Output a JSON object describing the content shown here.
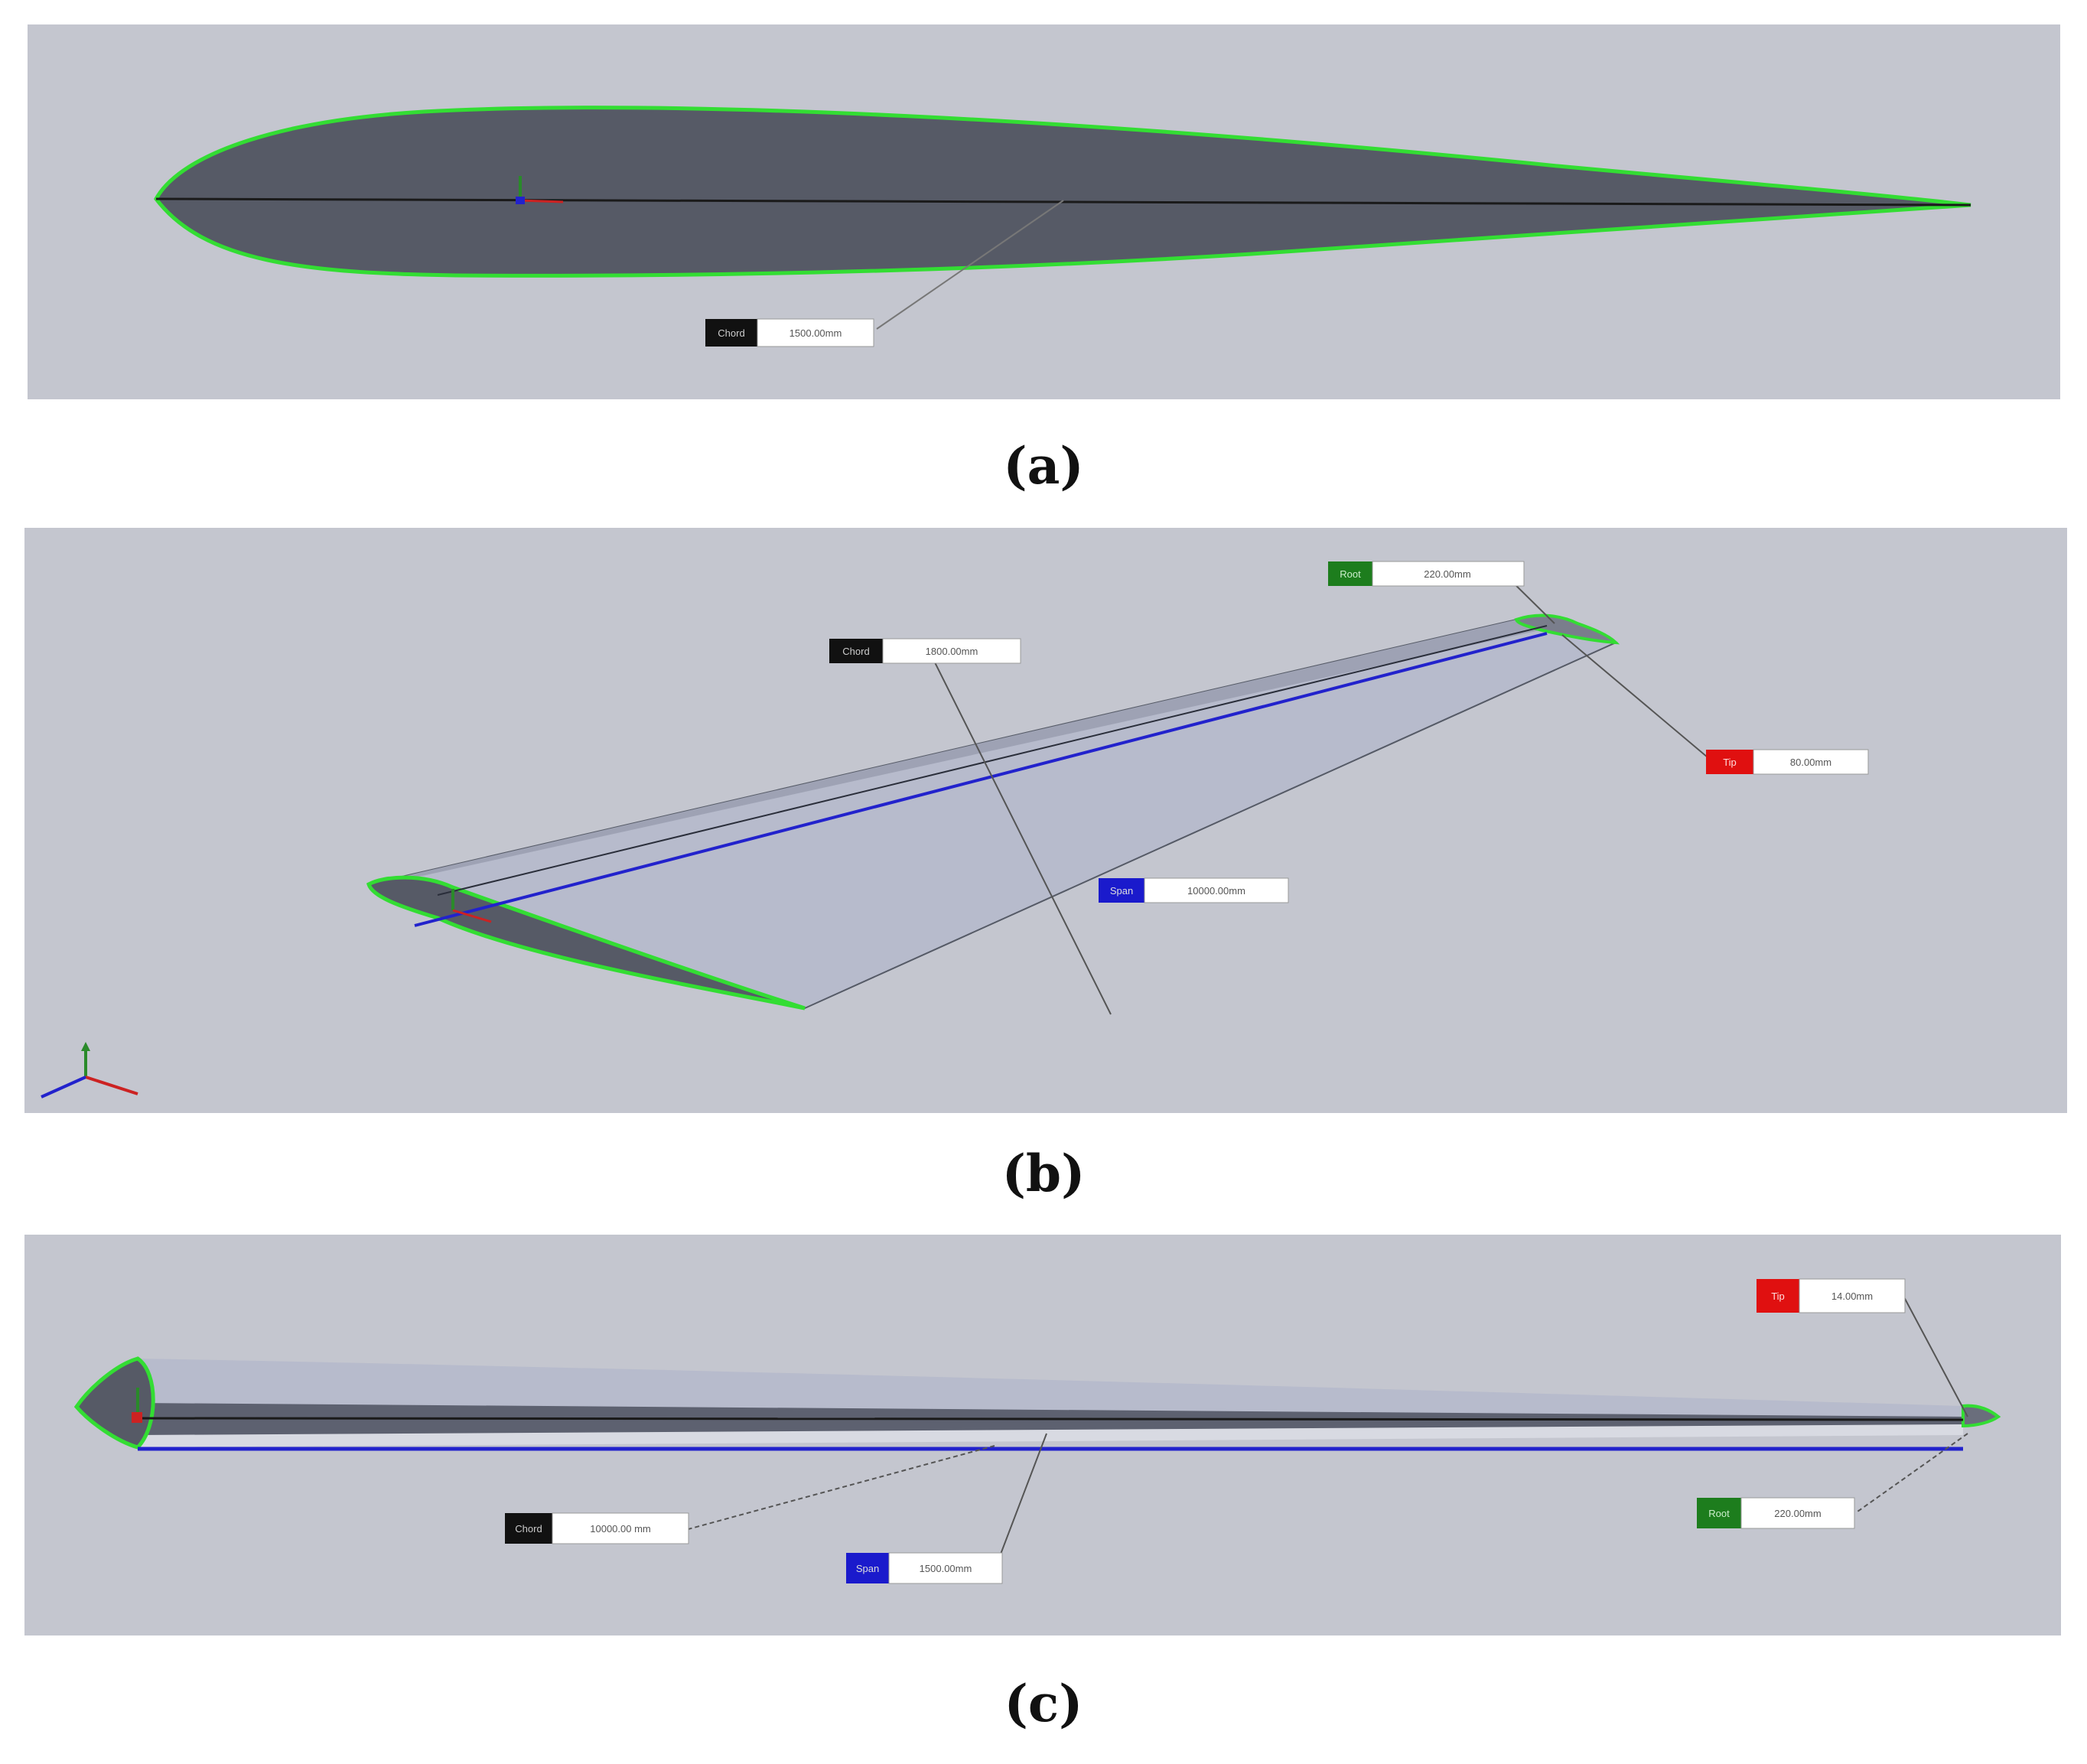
{
  "captions": {
    "a": "(a)",
    "b": "(b)",
    "c": "(c)"
  },
  "panel_a": {
    "dimension_tags": [
      {
        "label": "Chord",
        "value": "1500.00mm",
        "color": "#111111"
      }
    ]
  },
  "panel_b": {
    "dimension_tags": [
      {
        "label": "Chord",
        "value": "1800.00mm",
        "color": "#111111"
      },
      {
        "label": "Span",
        "value": "10000.00mm",
        "color": "#1a1acc"
      },
      {
        "label": "Root",
        "value": "220.00mm",
        "color": "#1d7d1d"
      },
      {
        "label": "Tip",
        "value": "80.00mm",
        "color": "#e01010"
      }
    ]
  },
  "panel_c": {
    "dimension_tags": [
      {
        "label": "Chord",
        "value": "10000.00 mm",
        "color": "#111111"
      },
      {
        "label": "Span",
        "value": "1500.00mm",
        "color": "#1a1acc"
      },
      {
        "label": "Root",
        "value": "220.00mm",
        "color": "#1d7d1d"
      },
      {
        "label": "Tip",
        "value": "14.00mm",
        "color": "#e01010"
      }
    ]
  },
  "colors": {
    "panel_bg": "#c4c6cf",
    "edge_green": "#33dd33",
    "airfoil_dark": "#565a66",
    "blade_light": "#b7bbcc",
    "axis_blue": "#2222cc"
  }
}
